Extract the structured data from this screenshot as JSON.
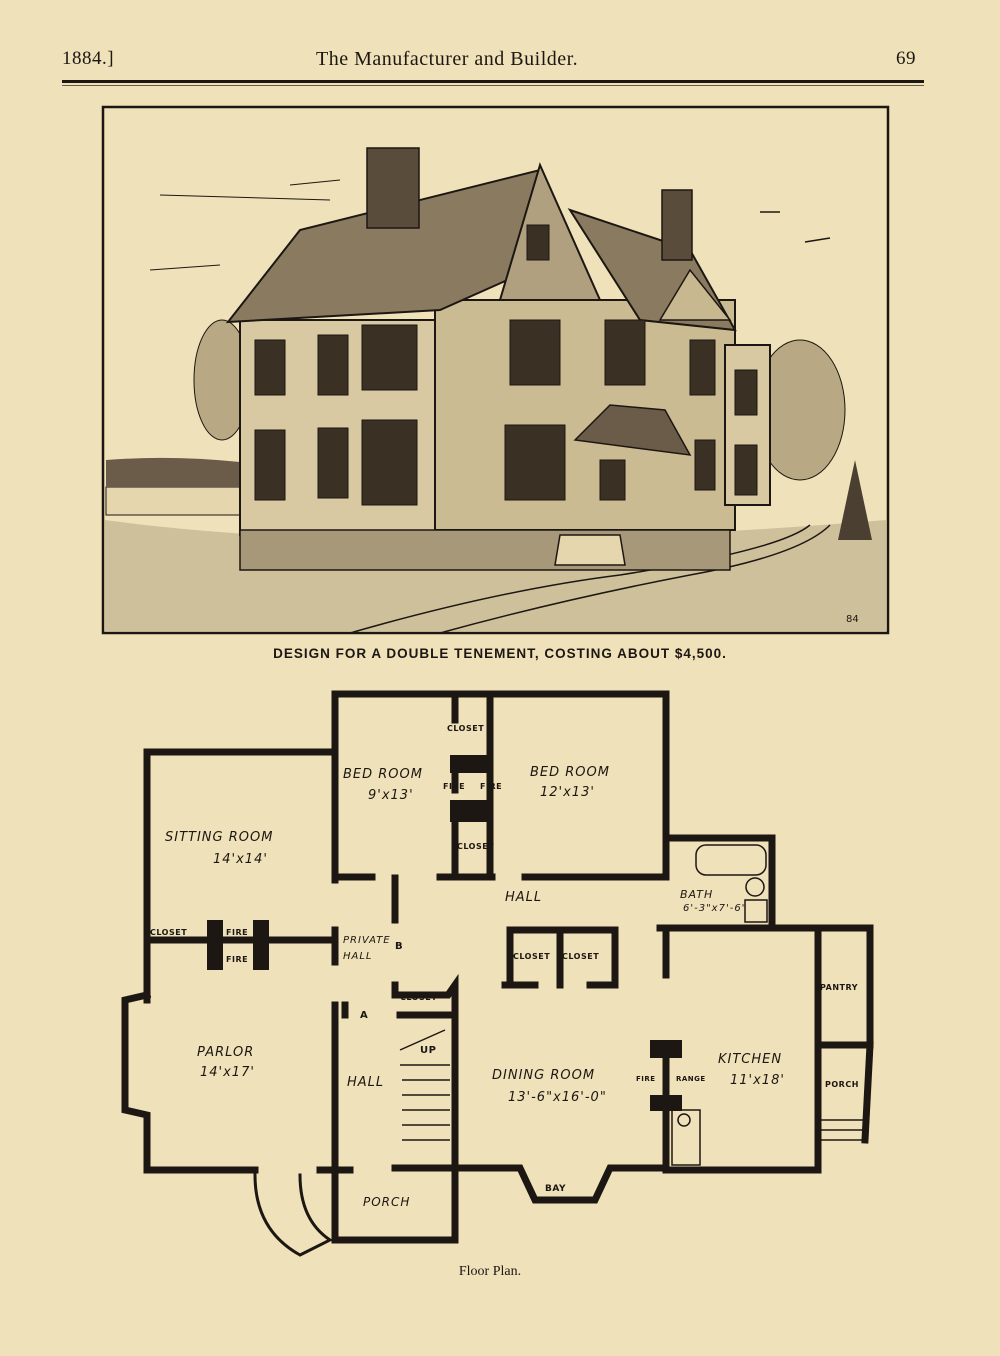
{
  "header": {
    "year": "1884.]",
    "title": "The Manufacturer and Builder.",
    "page_number": "69"
  },
  "illustration": {
    "caption": "DESIGN FOR A DOUBLE TENEMENT, COSTING ABOUT $4,500.",
    "signature": "84"
  },
  "floor_plan": {
    "caption": "Floor Plan.",
    "rooms": [
      {
        "name": "BED ROOM",
        "size": "9'x13'"
      },
      {
        "name": "BED ROOM",
        "size": "12'x13'"
      },
      {
        "name": "SITTING ROOM",
        "size": "14'x14'"
      },
      {
        "name": "PARLOR",
        "size": "14'x17'"
      },
      {
        "name": "DINING ROOM",
        "size": "13'-6\"x16'-0\""
      },
      {
        "name": "KITCHEN",
        "size": "11'x18'"
      },
      {
        "name": "BATH",
        "size": "6'-3\"x7'-6\""
      }
    ],
    "labels": {
      "hall_upper": "HALL",
      "hall_lower": "HALL",
      "private_hall": "PRIVATE HALL",
      "b": "B",
      "a": "A",
      "up": "UP",
      "porch_front": "PORCH",
      "porch_side": "PORCH",
      "pantry": "PANTRY",
      "bay": "BAY",
      "closet": "CLOSET",
      "fire": "FIRE",
      "range": "RANGE"
    }
  },
  "colors": {
    "paper": "#efe1b9",
    "ink": "#1c1712"
  }
}
